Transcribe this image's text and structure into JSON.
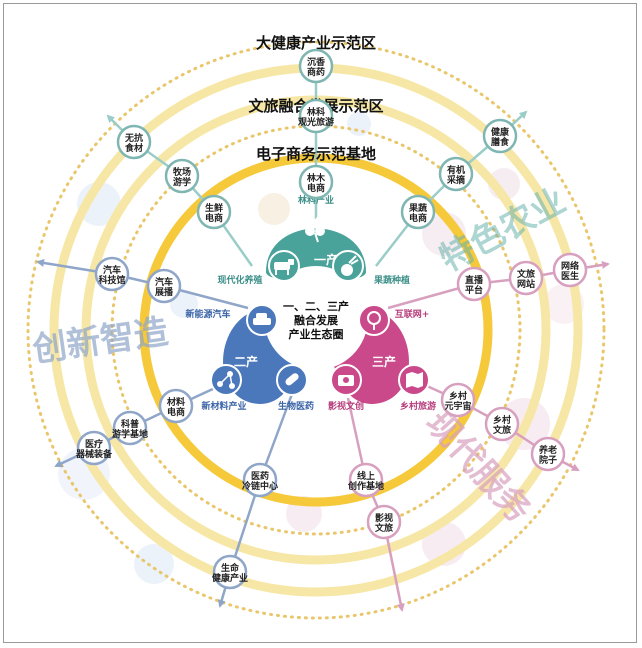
{
  "ring_titles": {
    "outer": "大健康产业示范区",
    "middle": "文旅融合发展示范区",
    "inner": "电子商务示范基地"
  },
  "big_words": {
    "right_top": "特色农业",
    "left": "创新智造",
    "right_bottom": "现代服务"
  },
  "center": {
    "line1": "一、二、三产",
    "line2": "融合发展",
    "line3": "产业生态圈"
  },
  "cores": {
    "first": "一产",
    "second": "二产",
    "third": "三产"
  },
  "sectors": {
    "linke": "林科产业",
    "xiandai_yangzhi": "现代化养殖",
    "guoshu_zhongzhi": "果蔬种植",
    "xin_nengyuan": "新能源汽车",
    "xin_cailiao": "新材料产业",
    "shengwu_yiyao": "生物医药",
    "hulianwang": "互联网+",
    "yingshi_wenchuang": "影视文创",
    "xiangcun_lvyou": "乡村旅游"
  },
  "nodes": {
    "chenxiang": [
      "沉香",
      "商药"
    ],
    "linke_gl": [
      "林科",
      "观光旅游"
    ],
    "linmu": [
      "林木",
      "电商"
    ],
    "wukang": [
      "无抗",
      "食材"
    ],
    "muchang": [
      "牧场",
      "游学"
    ],
    "shengxian": [
      "生鲜",
      "电商"
    ],
    "jiankang_shan": [
      "健康",
      "膳食"
    ],
    "youji": [
      "有机",
      "采摘"
    ],
    "guoshu_ds": [
      "果蔬",
      "电商"
    ],
    "qiche_kjg": [
      "汽车",
      "科技馆"
    ],
    "qiche_zb": [
      "汽车",
      "展播"
    ],
    "wenlv_wz": [
      "文旅",
      "网站"
    ],
    "wangluo_ys": [
      "网络",
      "医生"
    ],
    "zhibo": [
      "直播",
      "平台"
    ],
    "cailiao_ds": [
      "材料",
      "电商"
    ],
    "kepu": [
      "科普",
      "游学基地"
    ],
    "yiliao": [
      "医疗",
      "器械装备"
    ],
    "xiangcun_yzz": [
      "乡村",
      "元宇宙"
    ],
    "xiangcun_wl": [
      "乡村",
      "文旅"
    ],
    "yanglao": [
      "养老",
      "院子"
    ],
    "yiyao_ll": [
      "医药",
      "冷链中心"
    ],
    "xianshang": [
      "线上",
      "创作基地"
    ],
    "yingshi_wl": [
      "影视",
      "文旅"
    ],
    "shengming": [
      "生命",
      "健康产业"
    ]
  },
  "colors": {
    "ring_gold": "#f5c93a",
    "ring_pale": "#f7e7a6",
    "teal": "#4aa39a",
    "blue": "#4a78bb",
    "magenta": "#c9498a",
    "node_border": "#7fb6b2",
    "dot_gold": "#e9c66a"
  }
}
